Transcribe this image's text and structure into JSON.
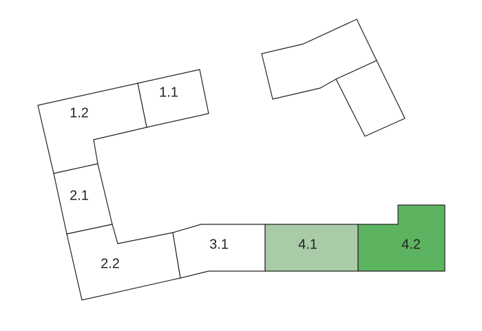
{
  "units": [
    {
      "id": "1.1",
      "label": "1.1",
      "status": "none"
    },
    {
      "id": "1.2",
      "label": "1.2",
      "status": "none"
    },
    {
      "id": "2.1",
      "label": "2.1",
      "status": "none"
    },
    {
      "id": "2.2",
      "label": "2.2",
      "status": "none"
    },
    {
      "id": "3.1",
      "label": "3.1",
      "status": "none"
    },
    {
      "id": "4.1",
      "label": "4.1",
      "status": "light"
    },
    {
      "id": "4.2",
      "label": "4.2",
      "status": "dark"
    }
  ],
  "colors": {
    "none": "#ffffff",
    "light": "#a9cba7",
    "dark": "#5cb460"
  }
}
